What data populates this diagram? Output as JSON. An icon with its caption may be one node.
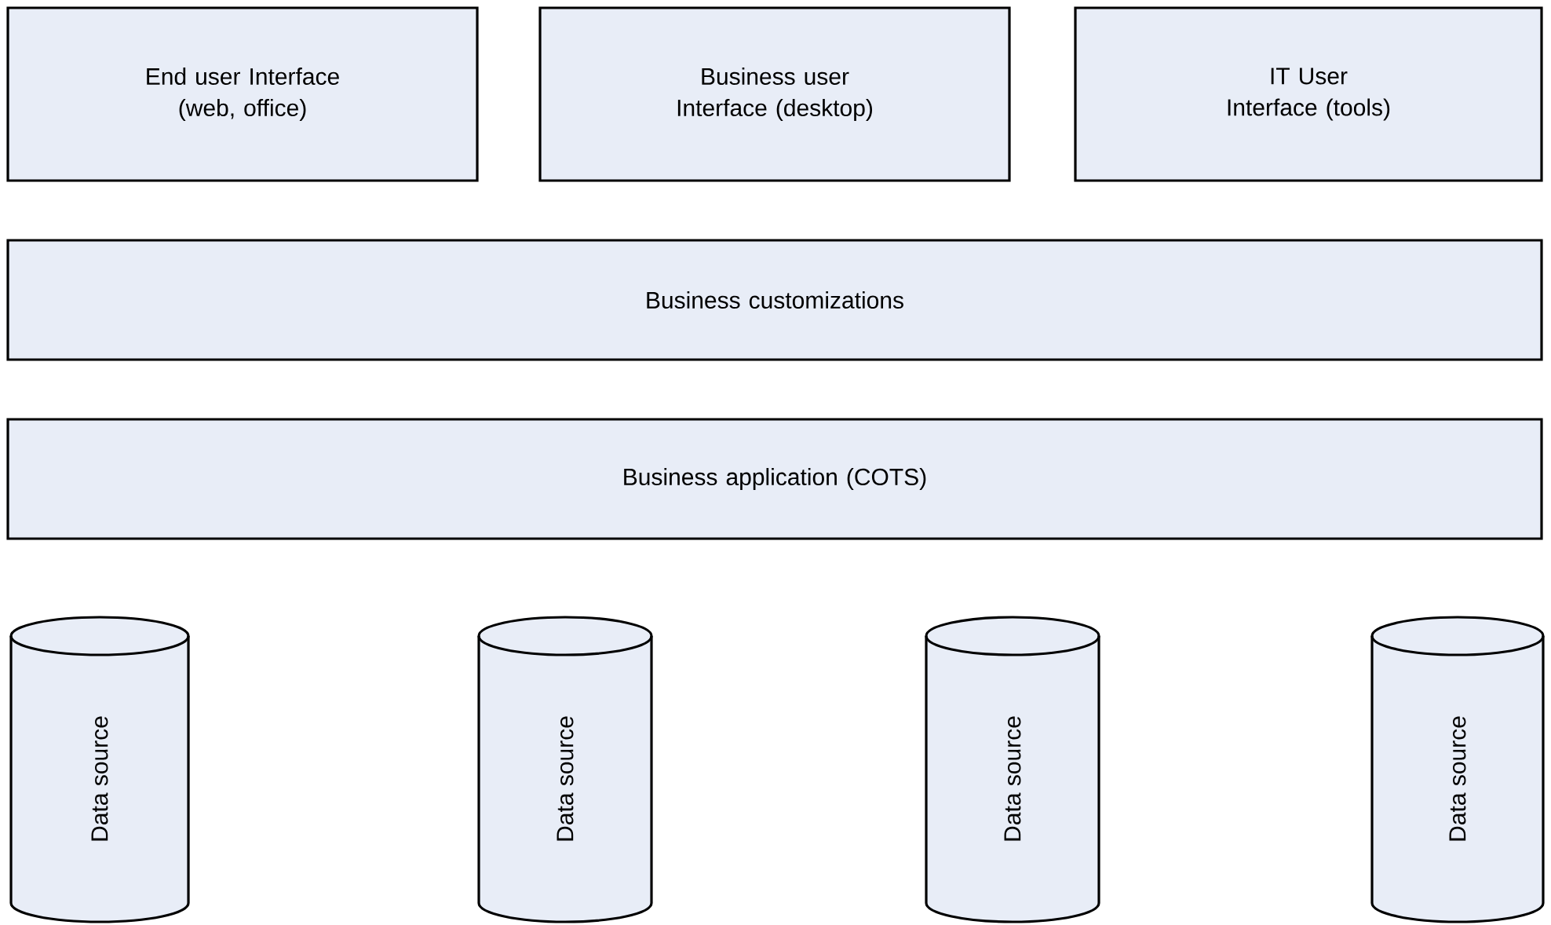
{
  "diagram": {
    "nodes": [
      {
        "text": [
          "End user Interface (web, office)"
        ]
      },
      {
        "text": [
          "Business user Interface (desktop)"
        ]
      },
      {
        "text": [
          "IT User Interface (tools)"
        ]
      },
      {
        "text": [
          "Business customizations"
        ]
      },
      {
        "text": [
          "Business application (COTS)"
        ]
      },
      {
        "text": [
          "Data source"
        ]
      },
      {
        "text": [
          "Data source"
        ]
      },
      {
        "text": [
          "Data source"
        ]
      },
      {
        "text": [
          "Data source"
        ]
      }
    ]
  }
}
